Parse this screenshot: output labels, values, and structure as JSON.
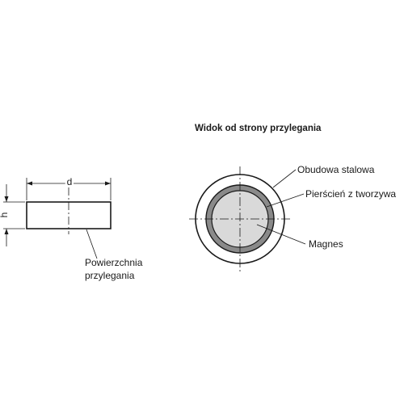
{
  "view_title": "Widok od strony przylegania",
  "side_view": {
    "dim_height": "h",
    "dim_diameter": "d",
    "surface_label_line1": "Powierzchnia",
    "surface_label_line2": "przylegania"
  },
  "face_view": {
    "callouts": {
      "housing": "Obudowa stalowa",
      "ring": "Pierścień z tworzywa",
      "magnet": "Magnes"
    }
  },
  "colors": {
    "line": "#1a1a1a",
    "ring_fill": "#8a8a8a",
    "magnet_fill": "#d9d9d9",
    "housing_fill": "#ffffff"
  }
}
